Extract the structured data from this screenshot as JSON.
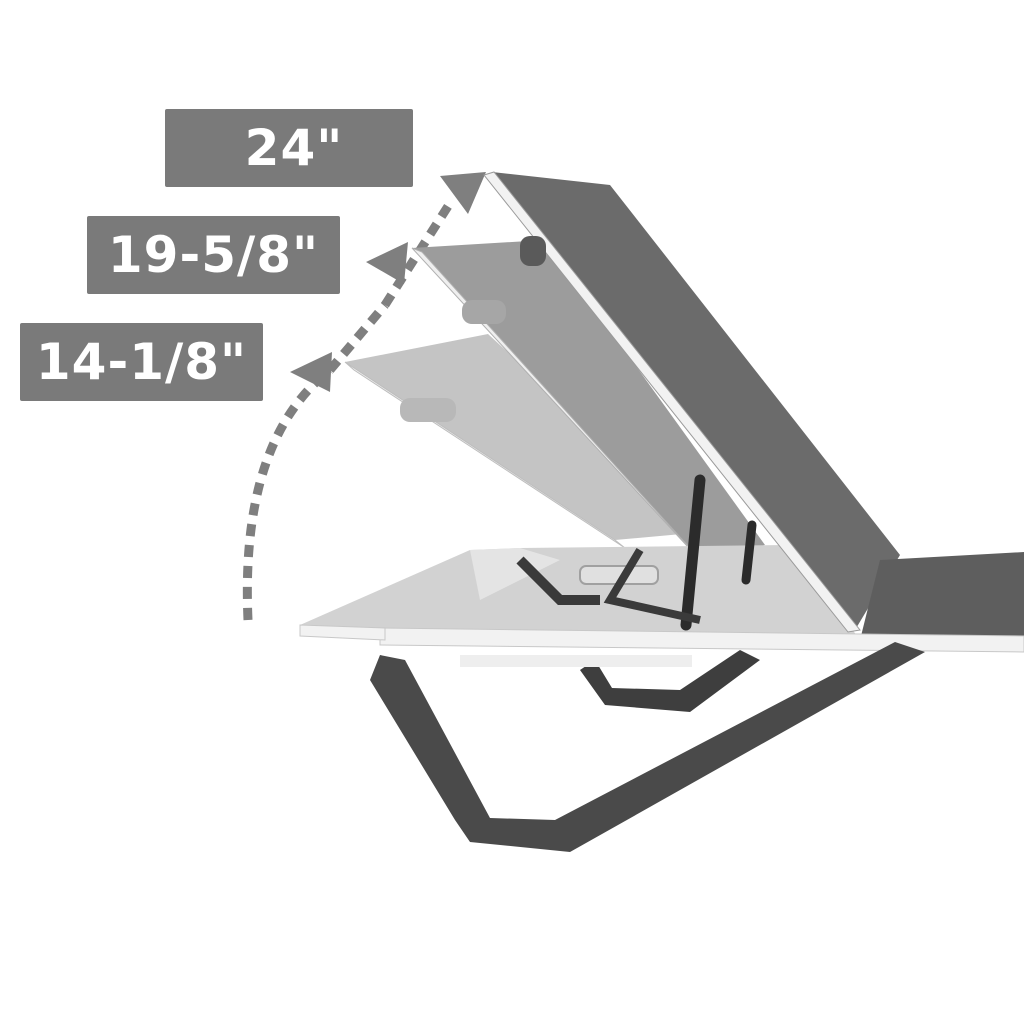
{
  "heights": [
    {
      "key": "high",
      "label": "24\""
    },
    {
      "key": "mid",
      "label": "19-5/8\""
    },
    {
      "key": "low",
      "label": "14-1/8\""
    }
  ],
  "colors": {
    "label_bg": "#7a7a7a",
    "label_text": "#ffffff",
    "arrow": "#7f7f7f",
    "frame_dark": "#4a4a4a",
    "sling_dark": "#6b6b6b",
    "sling_mid": "#9c9c9c",
    "sling_light": "#c4c4c4",
    "seat_sling": "#d2d2d2",
    "rail": "#f2f2f2"
  },
  "icons": [
    "dotted-arc-arrow-icon",
    "chaise-lounge-illustration"
  ]
}
